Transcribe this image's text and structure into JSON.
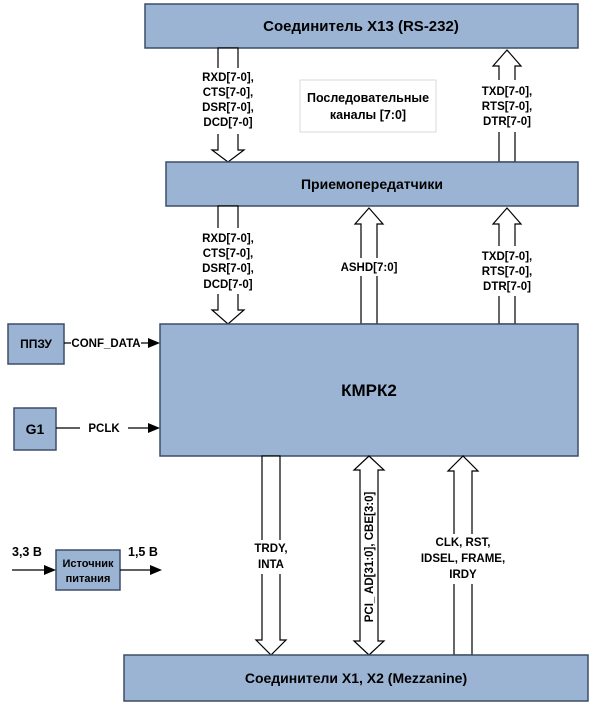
{
  "blocks": {
    "x13": "Соединитель X13 (RS-232)",
    "transceivers": "Приемопередатчики",
    "kmrk2": "КМРК2",
    "mezzanine": "Соединители X1, X2 (Mezzanine)",
    "ppzu": "ППЗУ",
    "g1": "G1",
    "power_line1": "Источник",
    "power_line2": "питания"
  },
  "labels": {
    "serial_line1": "Последовательные",
    "serial_line2": "каналы [7:0]",
    "rx_top": [
      "RXD[7-0],",
      "CTS[7-0],",
      "DSR[7-0],",
      "DCD[7-0]"
    ],
    "tx_top": [
      "TXD[7-0],",
      "RTS[7-0],",
      "DTR[7-0]"
    ],
    "rx_bottom": [
      "RXD[7-0],",
      "CTS[7-0],",
      "DSR[7-0],",
      "DCD[7-0]"
    ],
    "ashd": "ASHD[7:0]",
    "tx_bottom": [
      "TXD[7-0],",
      "RTS[7-0],",
      "DTR[7-0]"
    ],
    "conf_data": "CONF_DATA",
    "pclk": "PCLK",
    "trdy": [
      "TRDY,",
      "INTA"
    ],
    "pci": "PCI_ AD[31:0], CBE[3:0]",
    "clk": [
      "CLK, RST,",
      "IDSEL, FRAME,",
      "IRDY"
    ],
    "v_in": "3,3 В",
    "v_out": "1,5 В"
  }
}
